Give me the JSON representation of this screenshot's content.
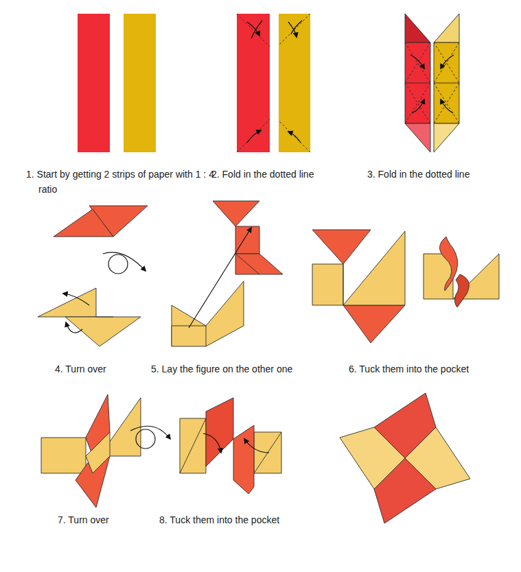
{
  "diagram": {
    "labels": [
      "1. Start by getting 2 strips of paper with 1 : 4 ratio",
      "2. Fold in the dotted line",
      "3. Fold in the dotted line",
      "4. Turn over",
      "5. Lay the figure on the other one",
      "6. Tuck them into the pocket",
      "7. Turn over",
      "8. Tuck them into the pocket"
    ]
  }
}
